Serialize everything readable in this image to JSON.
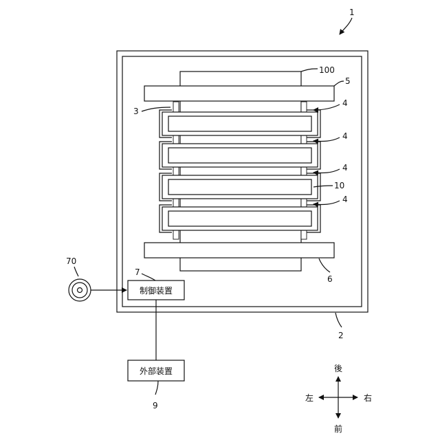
{
  "labels": {
    "apparatus": "1",
    "chamber": "2",
    "frame": "3",
    "holders": [
      "4",
      "4",
      "4",
      "4"
    ],
    "upper_block": "5",
    "lower_block": "6",
    "controller": "7",
    "external": "9",
    "cassette": "10",
    "substrate": "100",
    "media": "70"
  },
  "boxes": {
    "controller": "制御装置",
    "external": "外部装置"
  },
  "directions": {
    "back": "後",
    "front": "前",
    "left": "左",
    "right": "右"
  }
}
